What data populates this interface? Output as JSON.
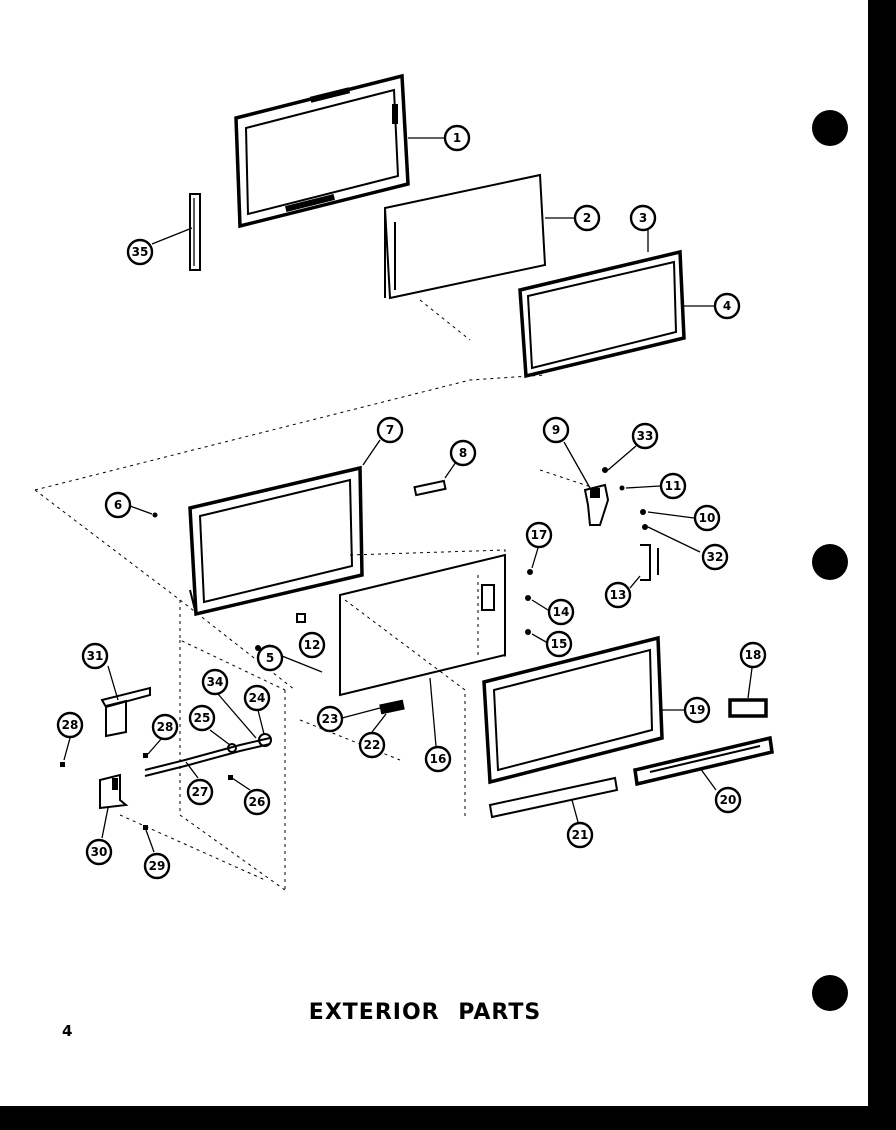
{
  "title": "EXTERIOR PARTS",
  "page_number": "4",
  "callouts": [
    "1",
    "2",
    "3",
    "4",
    "5",
    "6",
    "7",
    "8",
    "9",
    "10",
    "11",
    "12",
    "13",
    "14",
    "15",
    "16",
    "17",
    "18",
    "19",
    "20",
    "21",
    "22",
    "23",
    "24",
    "25",
    "26",
    "27",
    "28",
    "29",
    "30",
    "31",
    "32",
    "33",
    "34",
    "35"
  ]
}
